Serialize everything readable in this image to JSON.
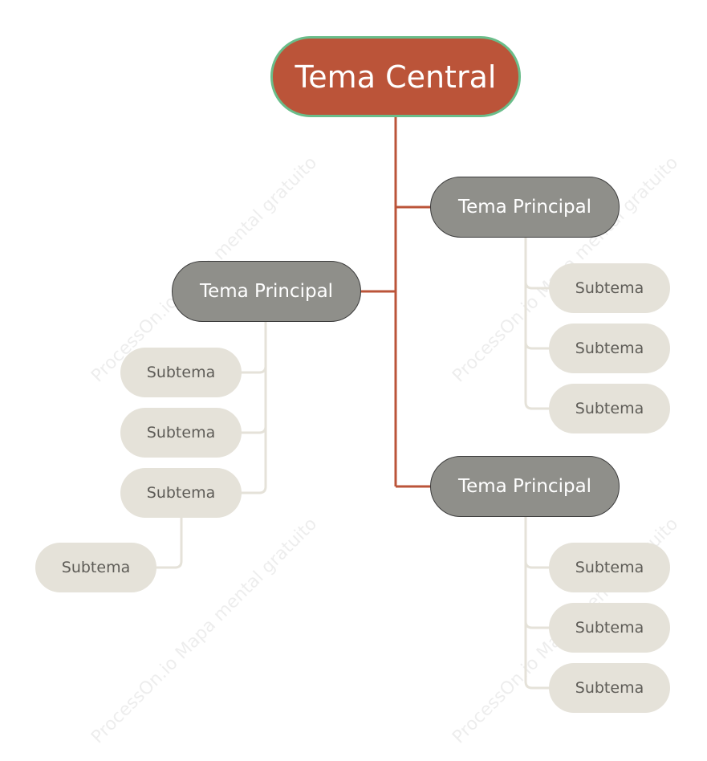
{
  "diagram": {
    "central": "Tema Central",
    "branches": [
      {
        "label": "Tema Principal",
        "subtopics": [
          "Subtema",
          "Subtema",
          "Subtema"
        ]
      },
      {
        "label": "Tema Principal",
        "subtopics": [
          "Subtema",
          "Subtema",
          "Subtema",
          "Subtema"
        ]
      },
      {
        "label": "Tema Principal",
        "subtopics": [
          "Subtema",
          "Subtema",
          "Subtema"
        ]
      }
    ]
  },
  "watermark": "ProcessOn.io Mapa mental gratuito",
  "colors": {
    "central_fill": "#bb5439",
    "central_border": "#6abd8a",
    "main_fill": "#8f8f8a",
    "sub_fill": "#e5e2d9",
    "trunk_line": "#bb5439",
    "sub_line": "#e5e2d9"
  }
}
